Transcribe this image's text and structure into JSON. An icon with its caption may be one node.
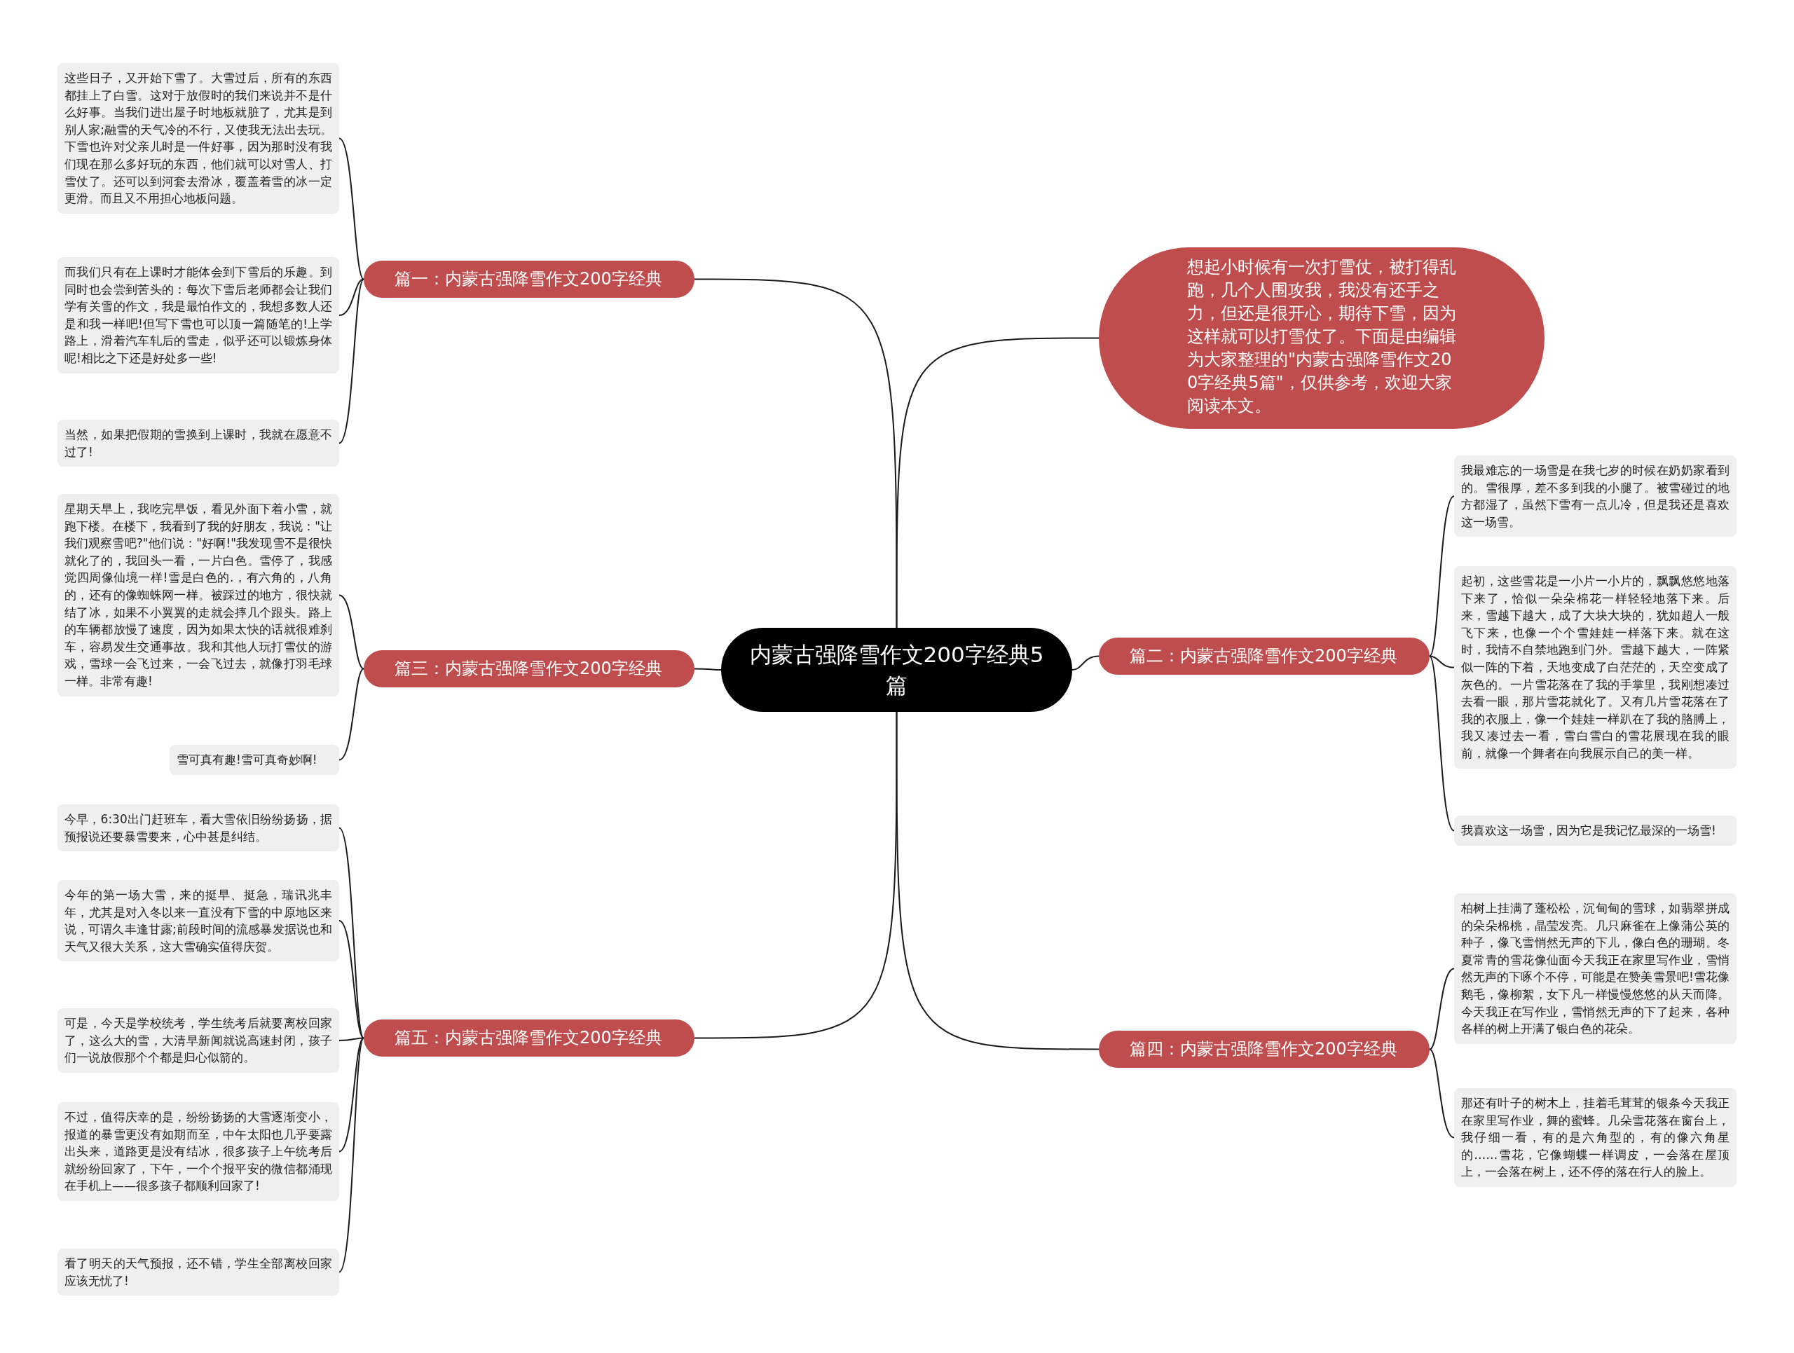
{
  "diagram": {
    "nodes": [
      {
        "text": [
          "内蒙古强降雪作文200字经典5篇"
        ]
      },
      {
        "text": [
          "篇一：内蒙古强降雪作文200字经典"
        ]
      },
      {
        "text": [
          "这些日子，又开始下雪了。大雪过后，所有的东西都挂上了白雪。这对于放假时的我们来说并不是什么好事。当我们进出屋子时地板就脏了，尤其是到别人家;融雪的天气冷的不行，又使我无法出去玩。下雪也许对父亲儿时是一件好事，因为那时没有我们现在那么多好玩的东西，他们就可以对雪人、打雪仗了。还可以到河套去滑冰，覆盖着雪的冰一定更滑。而且又不用担心地板问题。"
        ]
      },
      {
        "text": [
          "而我们只有在上课时才能体会到下雪后的乐趣。到同时也会尝到苦头的：每次下雪后老师都会让我们学有关雪的作文，我是最怕作文的，我想多数人还是和我一样吧!但写下雪也可以顶一篇随笔的!上学路上，滑着汽车轧后的雪走，似乎还可以锻炼身体呢!相比之下还是好处多一些!"
        ]
      },
      {
        "text": [
          "当然，如果把假期的雪换到上课时，我就在愿意不过了!"
        ]
      },
      {
        "text": [
          "想起小时候有一次打雪仗，被打得乱跑，几个人围攻我，我没有还手之力，但还是很开心，期待下雪，因为这样就可以打雪仗了。下面是由编辑为大家整理的\"内蒙古强降雪作文200字经典5篇\"，仅供参考，欢迎大家阅读本文。"
        ]
      },
      {
        "text": [
          "篇二：内蒙古强降雪作文200字经典"
        ]
      },
      {
        "text": [
          "我最难忘的一场雪是在我七岁的时候在奶奶家看到的。雪很厚，差不多到我的小腿了。被雪碰过的地方都湿了，虽然下雪有一点儿冷，但是我还是喜欢这一场雪。"
        ]
      },
      {
        "text": [
          "起初，这些雪花是一小片一小片的，飘飘悠悠地落下来了，恰似一朵朵棉花一样轻轻地落下来。后来，雪越下越大，成了大块大块的，犹如超人一般飞下来，也像一个个雪娃娃一样落下来。就在这时，我情不自禁地跑到门外。雪越下越大，一阵紧似一阵的下着，天地变成了白茫茫的，天空变成了灰色的。一片雪花落在了我的手掌里，我刚想凑过去看一眼，那片雪花就化了。又有几片雪花落在了我的衣服上，像一个娃娃一样趴在了我的胳膊上，我又凑过去一看，雪白雪白的雪花展现在我的眼前，就像一个舞者在向我展示自己的美一样。"
        ]
      },
      {
        "text": [
          "我喜欢这一场雪，因为它是我记忆最深的一场雪!"
        ]
      },
      {
        "text": [
          "篇三：内蒙古强降雪作文200字经典"
        ]
      },
      {
        "text": [
          "星期天早上，我吃完早饭，看见外面下着小雪，就跑下楼。在楼下，我看到了我的好朋友，我说：\"让我们观察雪吧?\"他们说：\"好啊!\"我发现雪不是很快就化了的，我回头一看，一片白色。雪停了，我感觉四周像仙境一样!雪是白色的.，有六角的，八角的，还有的像蜘蛛网一样。被踩过的地方，很快就结了冰，如果不小翼翼的走就会摔几个跟头。路上的车辆都放慢了速度，因为如果太快的话就很难刹车，容易发生交通事故。我和其他人玩打雪仗的游戏，雪球一会飞过来，一会飞过去，就像打羽毛球一样。非常有趣!"
        ]
      },
      {
        "text": [
          "雪可真有趣!雪可真奇妙啊!"
        ]
      },
      {
        "text": [
          "篇四：内蒙古强降雪作文200字经典"
        ]
      },
      {
        "text": [
          "柏树上挂满了蓬松松，沉甸甸的雪球，如翡翠拼成的朵朵棉桃，晶莹发亮。几只麻雀在上像蒲公英的种子，像飞雪悄然无声的下儿，像白色的珊瑚。冬夏常青的雪花像仙面今天我正在家里写作业，雪悄然无声的下啄个不停，可能是在赞美雪景吧!雪花像鹅毛，像柳絮，女下凡一样慢慢悠悠的从天而降。今天我正在写作业，雪悄然无声的下了起来，各种各样的树上开满了银白色的花朵。"
        ]
      },
      {
        "text": [
          "那还有叶子的树木上，挂着毛茸茸的银条今天我正在家里写作业，舞的蜜蜂。几朵雪花落在窗台上，我仔细一看，有的是六角型的，有的像六角星的……雪花，它像蝴蝶一样调皮，一会落在屋顶上，一会落在树上，还不停的落在行人的脸上。"
        ]
      },
      {
        "text": [
          "篇五：内蒙古强降雪作文200字经典"
        ]
      },
      {
        "text": [
          "今早，6:30出门赶班车，看大雪依旧纷纷扬扬，据预报说还要暴雪要来，心中甚是纠结。"
        ]
      },
      {
        "text": [
          "今年的第一场大雪，来的挺早、挺急，瑞讯兆丰年，尤其是对入冬以来一直没有下雪的中原地区来说，可谓久丰逢甘露;前段时间的流感暴发据说也和天气又很大关系，这大雪确实值得庆贺。"
        ]
      },
      {
        "text": [
          "可是，今天是学校统考，学生统考后就要离校回家了，这么大的雪，大清早新闻就说高速封闭，孩子们一说放假那个个都是归心似箭的。"
        ]
      },
      {
        "text": [
          "不过，值得庆幸的是，纷纷扬扬的大雪逐渐变小，报道的暴雪更没有如期而至，中午太阳也几乎要露出头来，道路更是没有结冰，很多孩子上午统考后就纷纷回家了，下午，一个个报平安的微信都涌现在手机上——很多孩子都顺利回家了!"
        ]
      },
      {
        "text": [
          "看了明天的天气预报，还不错，学生全部离校回家应该无忧了!"
        ]
      }
    ],
    "edges": [
      {
        "from": 0,
        "to": 1,
        "arrow": "none"
      },
      {
        "from": 1,
        "to": 2,
        "arrow": "none"
      },
      {
        "from": 1,
        "to": 3,
        "arrow": "none"
      },
      {
        "from": 1,
        "to": 4,
        "arrow": "none"
      },
      {
        "from": 0,
        "to": 5,
        "arrow": "none"
      },
      {
        "from": 0,
        "to": 6,
        "arrow": "none"
      },
      {
        "from": 6,
        "to": 7,
        "arrow": "none"
      },
      {
        "from": 6,
        "to": 8,
        "arrow": "none"
      },
      {
        "from": 6,
        "to": 9,
        "arrow": "none"
      },
      {
        "from": 0,
        "to": 10,
        "arrow": "none"
      },
      {
        "from": 10,
        "to": 11,
        "arrow": "none"
      },
      {
        "from": 10,
        "to": 12,
        "arrow": "none"
      },
      {
        "from": 0,
        "to": 13,
        "arrow": "none"
      },
      {
        "from": 13,
        "to": 14,
        "arrow": "none"
      },
      {
        "from": 13,
        "to": 15,
        "arrow": "none"
      },
      {
        "from": 0,
        "to": 16,
        "arrow": "none"
      },
      {
        "from": 16,
        "to": 17,
        "arrow": "none"
      },
      {
        "from": 16,
        "to": 18,
        "arrow": "none"
      },
      {
        "from": 16,
        "to": 19,
        "arrow": "none"
      },
      {
        "from": 16,
        "to": 20,
        "arrow": "none"
      },
      {
        "from": 16,
        "to": 21,
        "arrow": "none"
      }
    ]
  }
}
